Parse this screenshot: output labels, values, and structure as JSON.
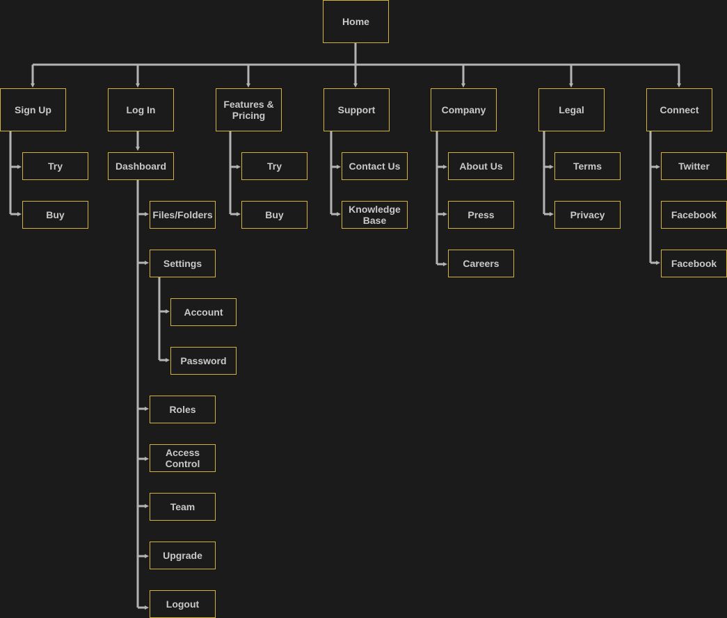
{
  "colors": {
    "background": "#1b1b1b",
    "node_border": "#d4b43a",
    "node_text": "#c9c9c9",
    "connector": "#b4b4b4"
  },
  "home": "Home",
  "sections": {
    "signup": {
      "label": "Sign Up",
      "children": [
        "Try",
        "Buy"
      ]
    },
    "login": {
      "label": "Log In",
      "dashboard": "Dashboard",
      "dashboard_items": {
        "files": "Files/Folders",
        "settings": "Settings",
        "roles": "Roles",
        "access": "Access Control",
        "team": "Team",
        "upgrade": "Upgrade",
        "logout": "Logout"
      },
      "settings_items": [
        "Account",
        "Password"
      ]
    },
    "features": {
      "label": "Features & Pricing",
      "children": [
        "Try",
        "Buy"
      ]
    },
    "support": {
      "label": "Support",
      "children": [
        "Contact Us",
        "Knowledge Base"
      ]
    },
    "company": {
      "label": "Company",
      "children": [
        "About Us",
        "Press",
        "Careers"
      ]
    },
    "legal": {
      "label": "Legal",
      "children": [
        "Terms",
        "Privacy"
      ]
    },
    "connect": {
      "label": "Connect",
      "children": [
        "Twitter",
        "Facebook",
        "Facebook"
      ]
    }
  }
}
